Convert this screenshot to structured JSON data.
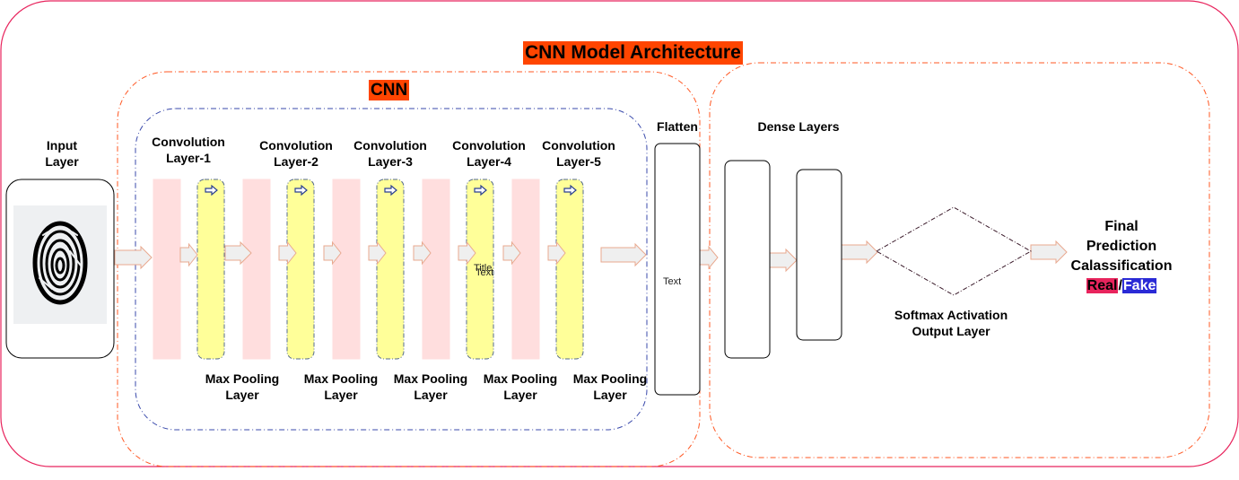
{
  "title": "CNN Model Architecture",
  "cnn_title": "CNN",
  "input_layer": [
    "Input",
    "Layer"
  ],
  "conv_layers": [
    [
      "Convolution",
      "Layer-1"
    ],
    [
      "Convolution",
      "Layer-2"
    ],
    [
      "Convolution",
      "Layer-3"
    ],
    [
      "Convolution",
      "Layer-4"
    ],
    [
      "Convolution",
      "Layer-5"
    ]
  ],
  "pool_label": [
    "Max Pooling",
    "Layer"
  ],
  "overlap_text": [
    "Title",
    "Text"
  ],
  "flatten": {
    "title": "Flatten",
    "text": "Text"
  },
  "dense_title": "Dense Layers",
  "softmax": [
    "Softmax Activation",
    "Output Layer"
  ],
  "final": {
    "line1": "Final",
    "line2": "Prediction",
    "line3": "Calassification",
    "real": "Real",
    "sep": "/",
    "fake": "Fake"
  },
  "colors": {
    "outer_border": "#e8245d",
    "section_border": "#ff5722",
    "inner_border": "#3949ab",
    "conv_fill": "#ffdede",
    "pool_fill": "#ffff99",
    "pool_border": "#556b8e",
    "arrow_fill": "#efefef",
    "arrow_stroke": "#e9a98f"
  },
  "icons": [
    "fingerprint-icon",
    "arrow-right-icon"
  ]
}
